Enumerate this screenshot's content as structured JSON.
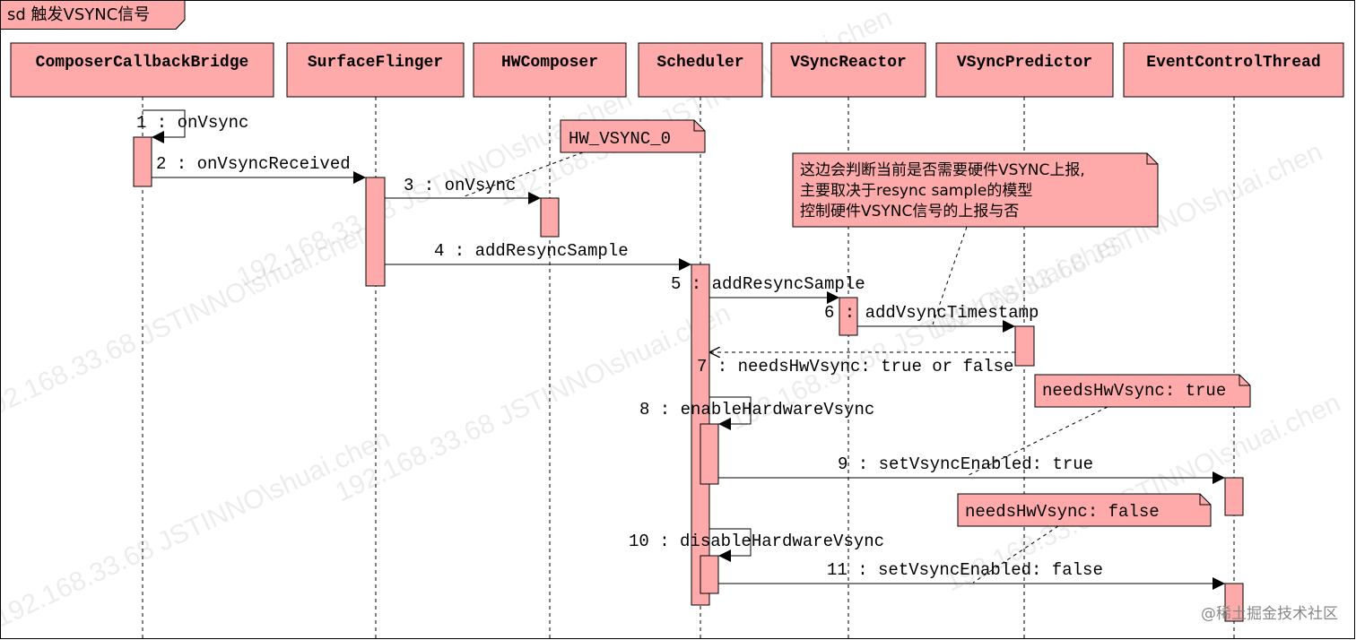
{
  "frame": {
    "label": "sd 触发VSYNC信号"
  },
  "participants": [
    {
      "id": "ccb",
      "name": "ComposerCallbackBridge"
    },
    {
      "id": "sf",
      "name": "SurfaceFlinger"
    },
    {
      "id": "hwc",
      "name": "HWComposer"
    },
    {
      "id": "sch",
      "name": "Scheduler"
    },
    {
      "id": "vr",
      "name": "VSyncReactor"
    },
    {
      "id": "vp",
      "name": "VSyncPredictor"
    },
    {
      "id": "ect",
      "name": "EventControlThread"
    }
  ],
  "messages": [
    {
      "label": "1 : onVsync",
      "from": "ccb",
      "to": "ccb",
      "kind": "self"
    },
    {
      "label": "2 : onVsyncReceived",
      "from": "ccb",
      "to": "sf",
      "kind": "call"
    },
    {
      "label": "3 : onVsync",
      "from": "sf",
      "to": "hwc",
      "kind": "call"
    },
    {
      "label": "4 : addResyncSample",
      "from": "sf",
      "to": "sch",
      "kind": "call"
    },
    {
      "label": "5 : addResyncSample",
      "from": "sch",
      "to": "vr",
      "kind": "call"
    },
    {
      "label": "6 : addVsyncTimestamp",
      "from": "vr",
      "to": "vp",
      "kind": "call"
    },
    {
      "label": "7 : needsHwVsync: true or false",
      "from": "vp",
      "to": "sch",
      "kind": "return"
    },
    {
      "label": "8 : enableHardwareVsync",
      "from": "sch",
      "to": "sch",
      "kind": "self"
    },
    {
      "label": "9 : setVsyncEnabled: true",
      "from": "sch",
      "to": "ect",
      "kind": "call"
    },
    {
      "label": "10 : disableHardwareVsync",
      "from": "sch",
      "to": "sch",
      "kind": "self"
    },
    {
      "label": "11 : setVsyncEnabled: false",
      "from": "sch",
      "to": "ect",
      "kind": "call"
    }
  ],
  "notes": [
    {
      "id": "note-hw-vsync",
      "lines": [
        "HW_VSYNC_0"
      ]
    },
    {
      "id": "note-resync",
      "lines": [
        "这边会判断当前是否需要硬件VSYNC上报,",
        "主要取决于resync sample的模型",
        "控制硬件VSYNC信号的上报与否"
      ]
    },
    {
      "id": "note-true",
      "lines": [
        "needsHwVsync: true"
      ]
    },
    {
      "id": "note-false",
      "lines": [
        "needsHwVsync:  false"
      ]
    }
  ],
  "watermark": {
    "text": "192.168.33.68  JSTINNO\\shuai.chen"
  },
  "attribution": {
    "text": "@稀土掘金技术社区"
  }
}
